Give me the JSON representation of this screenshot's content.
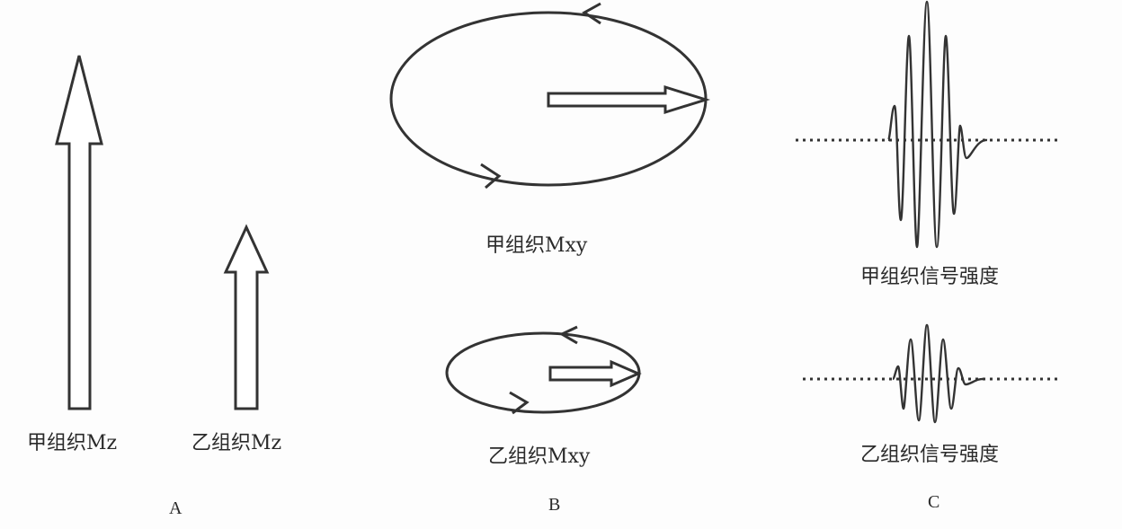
{
  "panel_a": {
    "label": "A",
    "tissue_jia_mz": "甲组织Mz",
    "tissue_yi_mz": "乙组织Mz"
  },
  "panel_b": {
    "label": "B",
    "tissue_jia_mxy": "甲组织Mxy",
    "tissue_yi_mxy": "乙组织Mxy"
  },
  "panel_c": {
    "label": "C",
    "tissue_jia_signal": "甲组织信号强度",
    "tissue_yi_signal": "乙组织信号强度"
  }
}
